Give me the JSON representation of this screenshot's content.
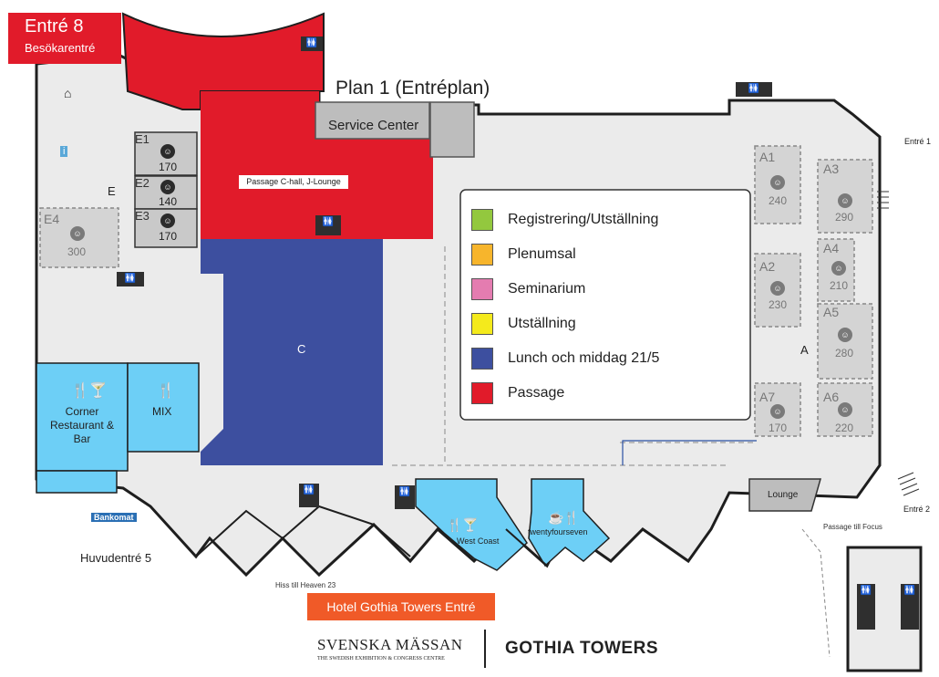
{
  "map_title": "Plan 1 (Entréplan)",
  "entrance_8": {
    "title": "Entré 8",
    "subtitle": "Besökarentré",
    "color": "#e11b2a"
  },
  "service_center": "Service Center",
  "passage_label": "Passage C-hall, J-Lounge",
  "hall_c": "C",
  "hall_e": "E",
  "hall_a": "A",
  "rooms_e": [
    {
      "name": "E1",
      "capacity": "170"
    },
    {
      "name": "E2",
      "capacity": "140"
    },
    {
      "name": "E3",
      "capacity": "170"
    }
  ],
  "room_e4": {
    "name": "E4",
    "capacity": "300"
  },
  "rooms_a": [
    {
      "name": "A1",
      "capacity": "240"
    },
    {
      "name": "A2",
      "capacity": "230"
    },
    {
      "name": "A3",
      "capacity": "290"
    },
    {
      "name": "A4",
      "capacity": "210"
    },
    {
      "name": "A5",
      "capacity": "280"
    },
    {
      "name": "A6",
      "capacity": "220"
    },
    {
      "name": "A7",
      "capacity": "170"
    }
  ],
  "restaurants": {
    "corner": "Corner Restaurant & Bar",
    "mix": "MIX",
    "west_coast": "West Coast",
    "twentyfourseven": "twentyfourseven",
    "lounge": "Lounge"
  },
  "entrances": {
    "entre1": "Entré 1",
    "entre2": "Entré 2",
    "huvudentre": "Huvudentré 5",
    "passage_focus": "Passage till Focus",
    "hiss": "Hiss till Heaven 23",
    "bankomat": "Bankomat",
    "gothia_entrance": "Hotel Gothia Towers Entré"
  },
  "legend": [
    {
      "label": "Registrering/Utställning",
      "color": "#93c83e"
    },
    {
      "label": "Plenumsal",
      "color": "#f7b52c"
    },
    {
      "label": "Seminarium",
      "color": "#e47cb0"
    },
    {
      "label": "Utställning",
      "color": "#f4ea1c"
    },
    {
      "label": "Lunch och middag 21/5",
      "color": "#3d4f9f"
    },
    {
      "label": "Passage",
      "color": "#e11b2a"
    }
  ],
  "logos": {
    "svenska": "SVENSKA MÄSSAN",
    "svenska_sub": "THE SWEDISH EXHIBITION & CONGRESS CENTRE",
    "gothia": "GOTHIA TOWERS"
  },
  "colors": {
    "floor": "#ebebeb",
    "wall": "#1e1e1e",
    "hall_c": "#3d4f9f",
    "passage": "#e11b2a",
    "restaurant": "#6dcff6",
    "room_grey": "#c9c9c9",
    "orange_button": "#f05a28",
    "bankomat": "#2a6fb4"
  }
}
